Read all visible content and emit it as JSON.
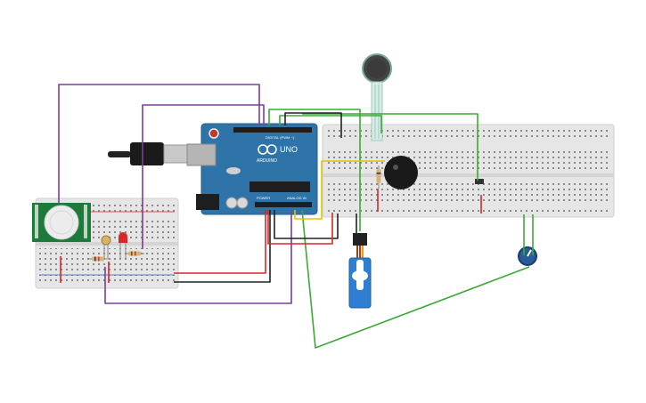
{
  "arduino": {
    "logo_text": "UNO",
    "brand_text": "ARDUINO",
    "digital_header_label": "DIGITAL (PWM ~)",
    "power_label": "POWER",
    "analog_label": "ANALOG IN"
  },
  "colors": {
    "wire_purple": "#7b3f98",
    "wire_green": "#3aaa35",
    "wire_red": "#d62828",
    "wire_black": "#222222",
    "wire_yellow": "#e6c200",
    "arduino_board": "#2f74a8",
    "breadboard": "#e4e4e4",
    "pir_board": "#1e7a3a",
    "servo_body": "#2e7fd1",
    "potentiometer": "#2a5b99"
  },
  "components": [
    "arduino-uno",
    "breadboard-small",
    "breadboard-large",
    "pir-sensor",
    "photoresistor",
    "led",
    "force-sensor",
    "piezo-buzzer",
    "servo-motor",
    "potentiometer",
    "usb-cable"
  ]
}
